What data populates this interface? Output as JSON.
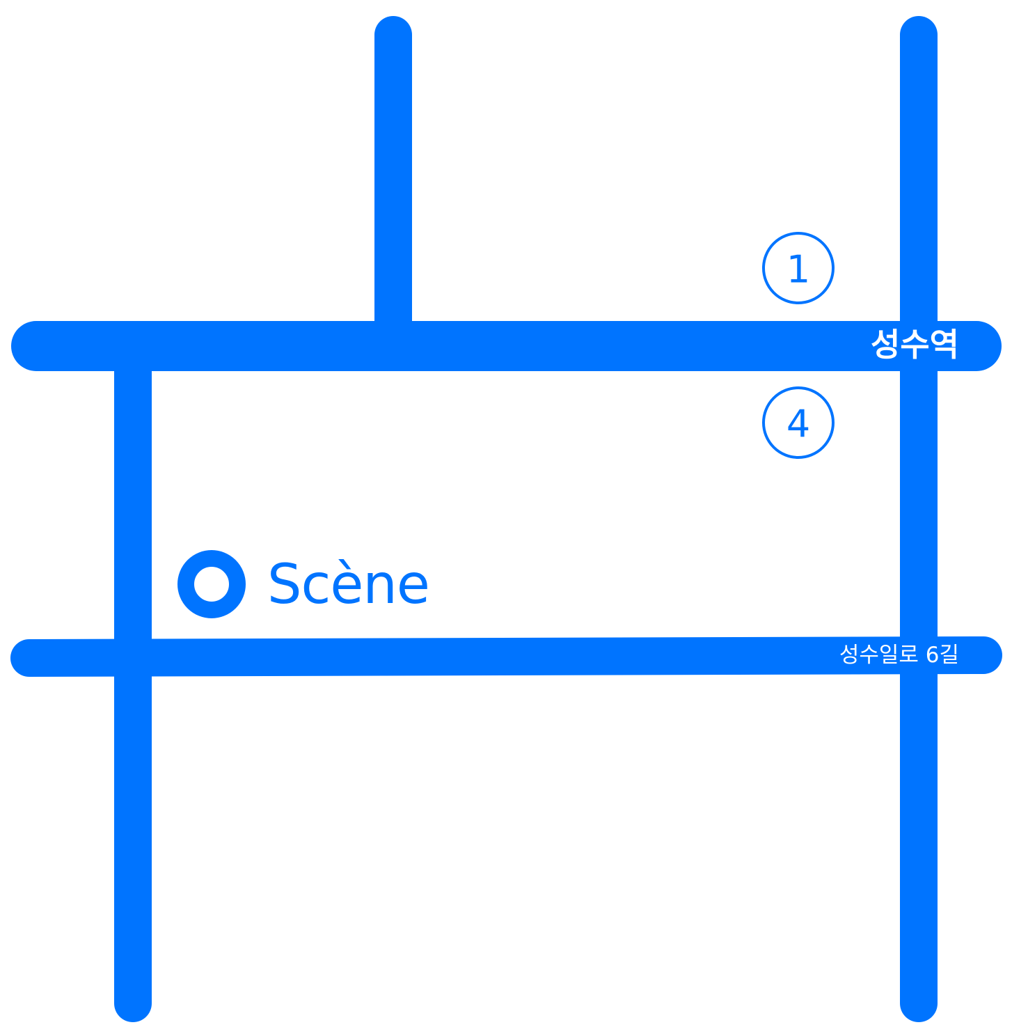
{
  "colors": {
    "road": "#0074FF",
    "background": "#FFFFFF",
    "road_label": "#FFFFFF"
  },
  "map": {
    "station": {
      "name": "성수역",
      "exits": [
        "1",
        "4"
      ]
    },
    "street": {
      "name": "성수일로 6길"
    },
    "destination": {
      "name": "Scène",
      "marker_icon": "location-ring-icon"
    }
  }
}
